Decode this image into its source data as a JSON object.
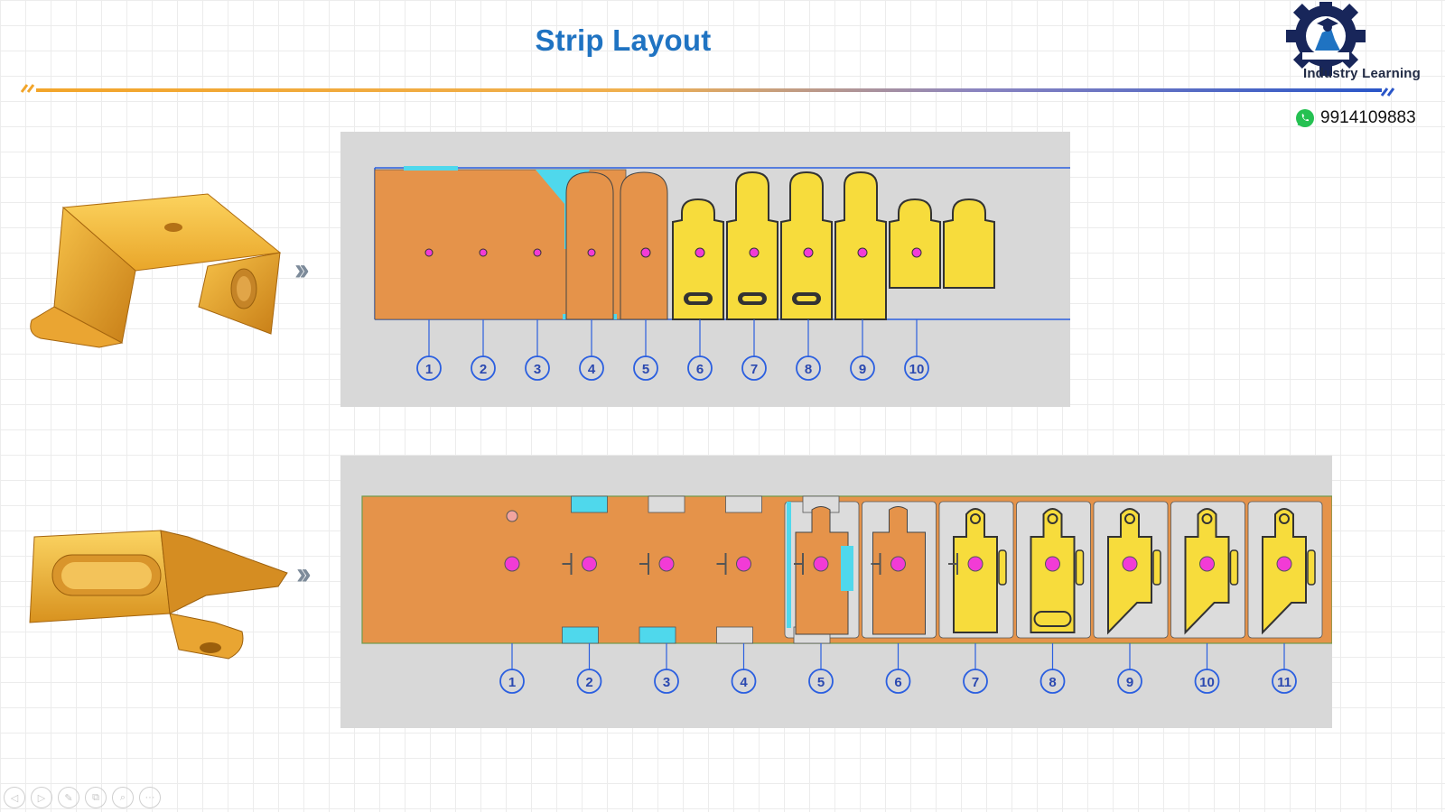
{
  "header": {
    "title": "Strip Layout",
    "brand": "Industry Learning",
    "phone": "9914109883"
  },
  "colors": {
    "accent_blue": "#1f73c2",
    "rule_orange": "#f2a52a",
    "strip_orange": "#e5934a",
    "part_yellow": "#f7dc3c",
    "cut_cyan": "#4fd8ec",
    "pilot_magenta": "#f23bd6",
    "line_blue": "#2b5fe0"
  },
  "layouts": [
    {
      "stations": [
        "1",
        "2",
        "3",
        "4",
        "5",
        "6",
        "7",
        "8",
        "9",
        "10"
      ]
    },
    {
      "stations": [
        "1",
        "2",
        "3",
        "4",
        "5",
        "6",
        "7",
        "8",
        "9",
        "10",
        "11"
      ]
    }
  ],
  "icons": {
    "arrow": "double-chevron-right-icon",
    "phone": "whatsapp-icon",
    "logo": "gear-graduate-icon"
  },
  "playback": [
    "◁",
    "▷",
    "✎",
    "⧉",
    "⌕",
    "···"
  ]
}
